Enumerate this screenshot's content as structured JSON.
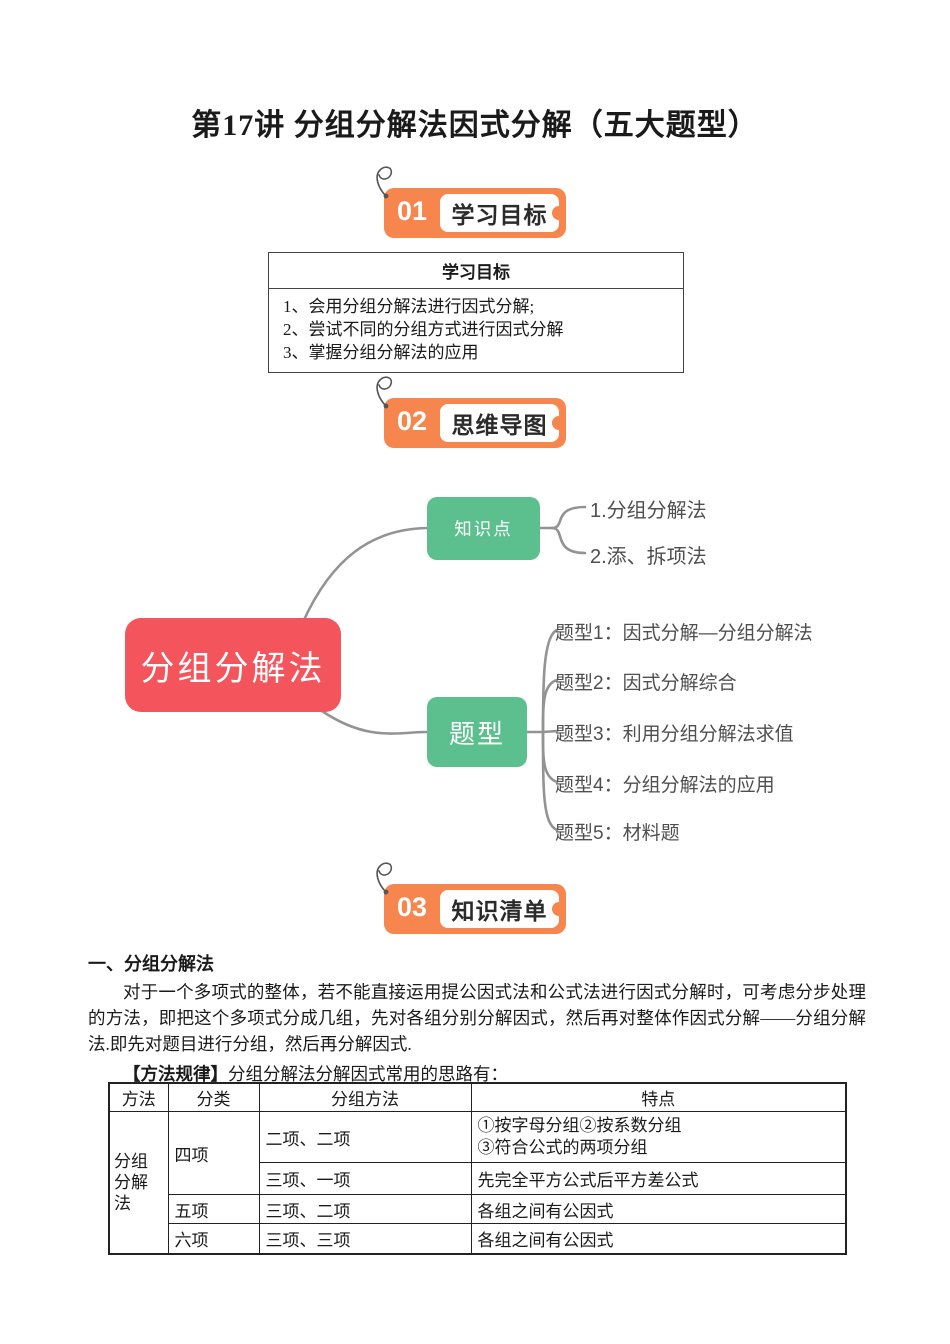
{
  "title": "第17讲 分组分解法因式分解（五大题型）",
  "badges": [
    {
      "num": "01",
      "label": "学习目标"
    },
    {
      "num": "02",
      "label": "思维导图"
    },
    {
      "num": "03",
      "label": "知识清单"
    }
  ],
  "goals_table": {
    "header": "学习目标",
    "items": [
      "1、会用分组分解法进行因式分解;",
      "2、尝试不同的分组方式进行因式分解",
      "3、掌握分组分解法的应用"
    ]
  },
  "mindmap": {
    "root": "分组分解法",
    "branches": [
      {
        "label": "知识点",
        "children": [
          "1.分组分解法",
          "2.添、拆项法"
        ]
      },
      {
        "label": "题型",
        "children": [
          "题型1：因式分解—分组分解法",
          "题型2：因式分解综合",
          "题型3：利用分组分解法求值",
          "题型4：分组分解法的应用",
          "题型5：材料题"
        ]
      }
    ],
    "colors": {
      "root_bg": "#f4545c",
      "branch_bg": "#5cc08e",
      "line": "#939393",
      "child_text": "#4f4f4f"
    }
  },
  "knowledge": {
    "heading": "一、分组分解法",
    "paragraph": "对于一个多项式的整体，若不能直接运用提公因式法和公式法进行因式分解时，可考虑分步处理的方法，即把这个多项式分成几组，先对各组分别分解因式，然后再对整体作因式分解——分组分解法.即先对题目进行分组，然后再分解因式.",
    "method_rule_label": "【方法规律】",
    "method_rule_text": "分组分解法分解因式常用的思路有："
  },
  "method_table": {
    "headers": [
      "方法",
      "分类",
      "分组方法",
      "特点"
    ],
    "method_label": "分组分解法",
    "rows": [
      {
        "category": "四项",
        "grouping": "二项、二项",
        "feature_line1": "①按字母分组②按系数分组",
        "feature_line2": "③符合公式的两项分组"
      },
      {
        "grouping": "三项、一项",
        "feature": "先完全平方公式后平方差公式"
      },
      {
        "category": "五项",
        "grouping": "三项、二项",
        "feature": "各组之间有公因式"
      },
      {
        "category": "六项",
        "grouping": "三项、三项",
        "feature": "各组之间有公因式"
      }
    ]
  },
  "accent_colors": {
    "badge_orange": "#f6864e",
    "badge_text": "#2b2b2b"
  }
}
